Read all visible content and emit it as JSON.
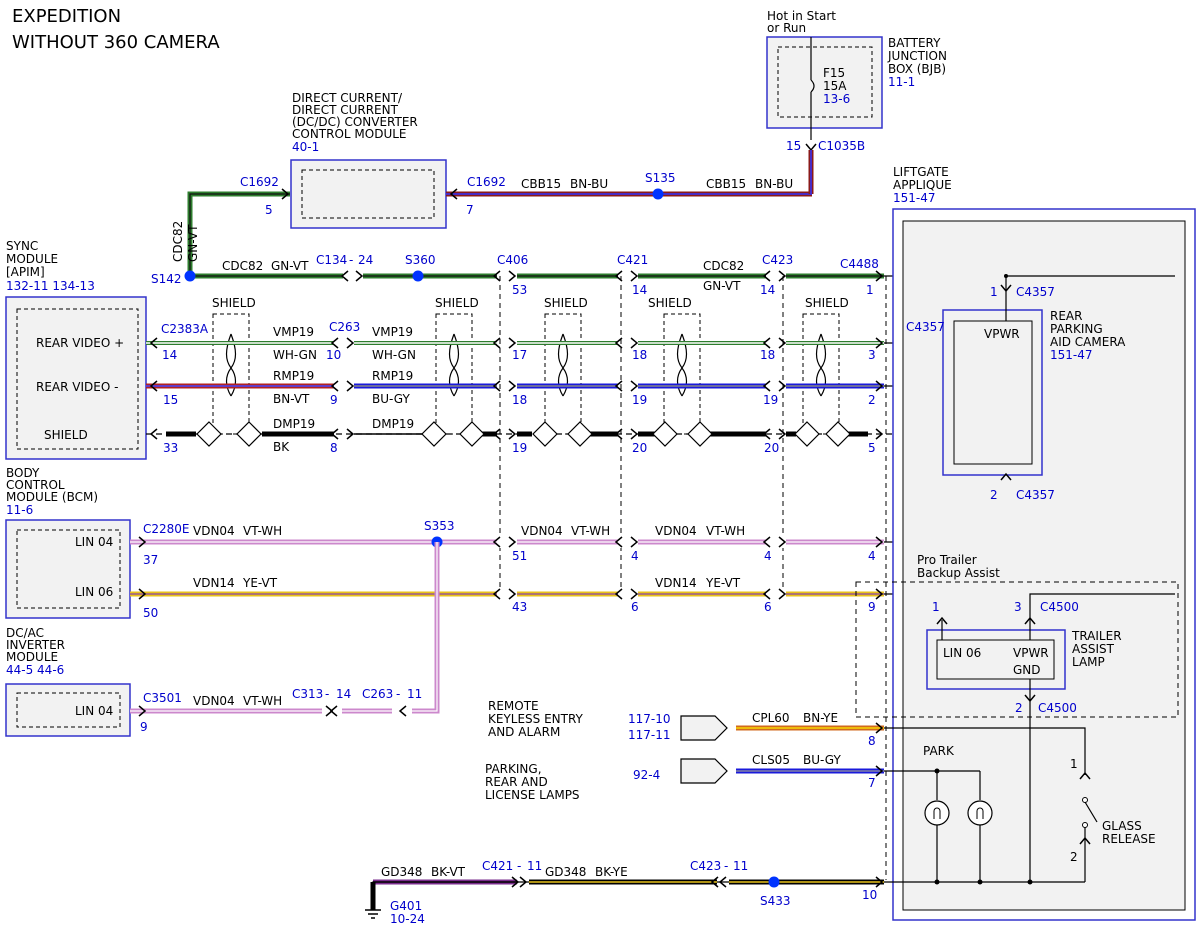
{
  "title": [
    "EXPEDITION",
    "WITHOUT 360 CAMERA"
  ],
  "modules": {
    "bjb": {
      "lines": [
        "BATTERY",
        "JUNCTION",
        "BOX (BJB)"
      ],
      "ref": "11-1",
      "hot": [
        "Hot in Start",
        "or Run"
      ],
      "fuse": "F15",
      "amps": "15A",
      "fuse_ref": "13-6"
    },
    "dcdc": {
      "lines": [
        "DIRECT CURRENT/",
        "DIRECT CURRENT",
        "(DC/DC) CONVERTER",
        "CONTROL MODULE"
      ],
      "ref": "40-1"
    },
    "sync": {
      "lines": [
        "SYNC",
        "MODULE",
        "[APIM]"
      ],
      "refs": "132-11   134-13",
      "pins": [
        "REAR VIDEO +",
        "REAR VIDEO -",
        "SHIELD"
      ]
    },
    "bcm": {
      "lines": [
        "BODY",
        "CONTROL",
        "MODULE (BCM)"
      ],
      "ref": "11-6",
      "pins": [
        "LIN 04",
        "LIN 06"
      ]
    },
    "inverter": {
      "lines": [
        "DC/AC",
        "INVERTER",
        "MODULE"
      ],
      "refs": "44-5    44-6",
      "pin": "LIN 04"
    },
    "liftgate": {
      "lines": [
        "LIFTGATE",
        "APPLIQUE"
      ],
      "ref": "151-47"
    },
    "camera": {
      "lines": [
        "REAR",
        "PARKING",
        "AID CAMERA"
      ],
      "ref": "151-47",
      "pin": "VPWR"
    },
    "trailer_lamp": {
      "lines": [
        "TRAILER",
        "ASSIST",
        "LAMP"
      ],
      "pins": [
        "LIN 06",
        "VPWR",
        "GND"
      ]
    },
    "pro_trailer": [
      "Pro Trailer",
      "Backup Assist"
    ],
    "park": "PARK",
    "glass": [
      "GLASS",
      "RELEASE"
    ],
    "rke": [
      "REMOTE",
      "KEYLESS ENTRY",
      "AND ALARM"
    ],
    "rke_refs": [
      "117-10",
      "117-11"
    ],
    "lamps": [
      "PARKING,",
      "REAR AND",
      "LICENSE LAMPS"
    ],
    "lamps_ref": "92-4",
    "ground": {
      "name": "G401",
      "ref": "10-24"
    }
  },
  "connectors": {
    "c1692": "C1692",
    "c1035b": "C1035B",
    "c134": "C134",
    "c134_pin": "24",
    "c406": "C406",
    "c421": "C421",
    "c423": "C423",
    "c4488": "C4488",
    "c2383a": "C2383A",
    "c263": "C263",
    "c2280e": "C2280E",
    "c3501": "C3501",
    "c313": "C313",
    "c313_pin": "14",
    "c263_pin": "11",
    "c4357": "C4357",
    "c4500": "C4500",
    "c421_11": "C421",
    "c423_11": "C423",
    "pin_11": "11",
    "dash": "-"
  },
  "splices": {
    "s135": "S135",
    "s360": "S360",
    "s142": "S142",
    "s353": "S353",
    "s433": "S433"
  },
  "shield_label": "SHIELD",
  "wires": {
    "cbb15": "CBB15",
    "bnbu": "BN-BU",
    "cdc82": "CDC82",
    "gnvt": "GN-VT",
    "vmp19": "VMP19",
    "whgn": "WH-GN",
    "rmp19": "RMP19",
    "bnvt": "BN-VT",
    "bugy": "BU-GY",
    "dmp19": "DMP19",
    "bk": "BK",
    "vdn04": "VDN04",
    "vtwh": "VT-WH",
    "vdn14": "VDN14",
    "yevt": "YE-VT",
    "cpl60": "CPL60",
    "bnye": "BN-YE",
    "cls05": "CLS05",
    "gd348": "GD348",
    "bkvt": "BK-VT",
    "bkye": "BK-YE"
  },
  "pins": {
    "p15": "15",
    "p5": "5",
    "p7": "7",
    "p1": "1",
    "p53": "53",
    "p14": "14",
    "p10": "10",
    "p17": "17",
    "p18": "18",
    "p3": "3",
    "p4": "4",
    "p9": "9",
    "p19": "19",
    "p2": "2",
    "p33": "33",
    "p8": "8",
    "p20": "20",
    "p37": "37",
    "p51": "51",
    "p50": "50",
    "p43": "43",
    "p6": "6"
  },
  "colors": {
    "blue_box": "#3333cc",
    "splice": "#0033ff",
    "label_blue": "#0000cc"
  }
}
